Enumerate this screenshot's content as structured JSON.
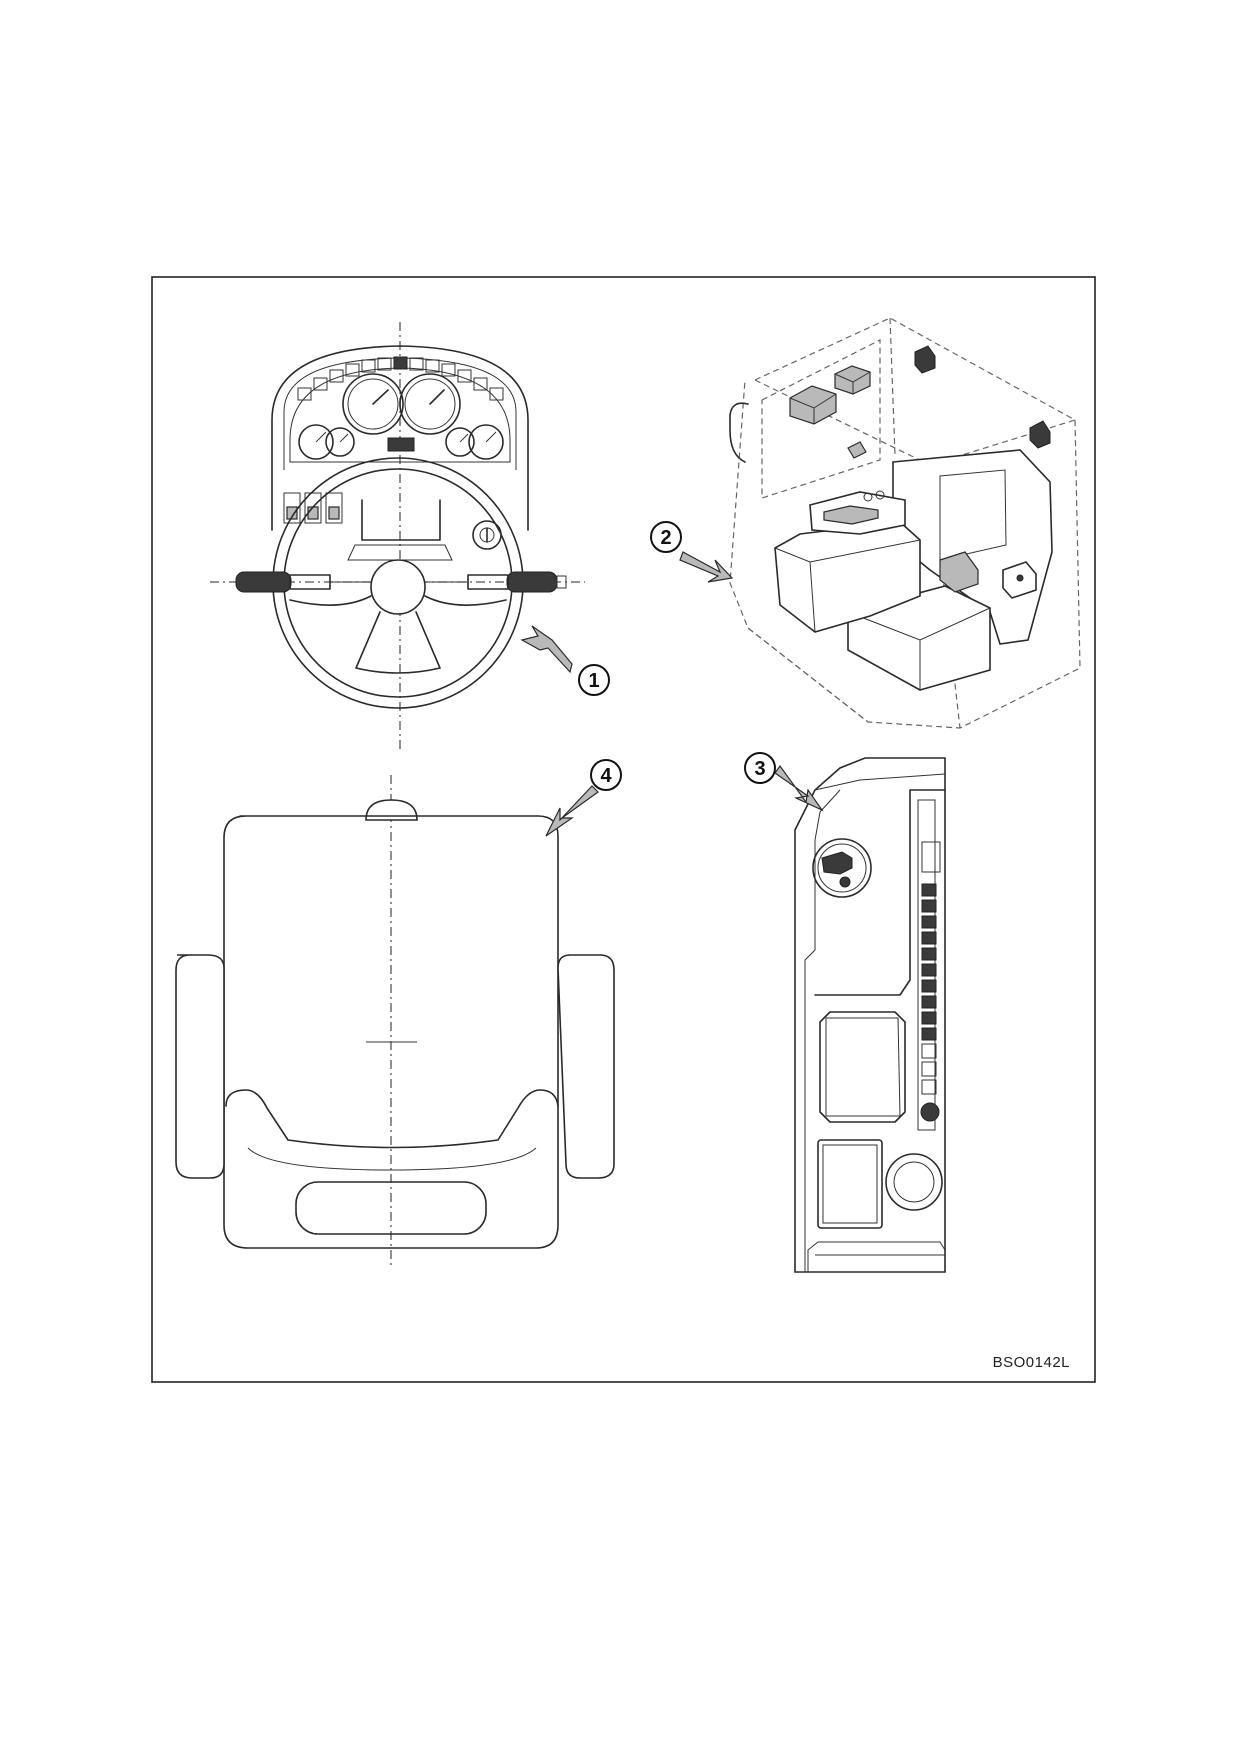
{
  "callouts": [
    {
      "id": "1",
      "label": "1"
    },
    {
      "id": "2",
      "label": "2"
    },
    {
      "id": "3",
      "label": "3"
    },
    {
      "id": "4",
      "label": "4"
    }
  ],
  "reference_code": "BSO0142L"
}
